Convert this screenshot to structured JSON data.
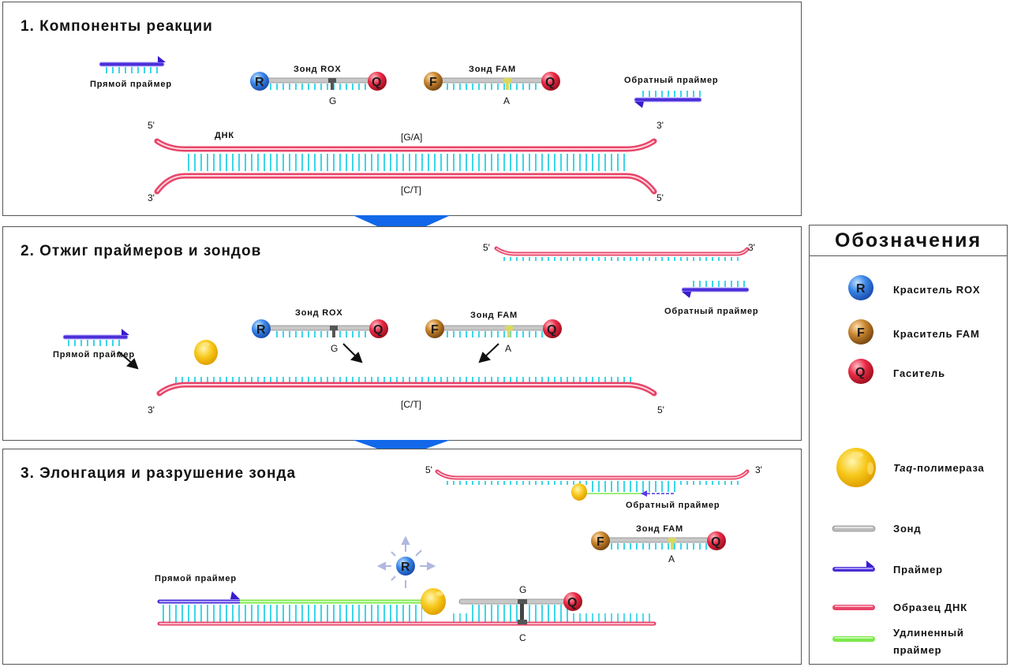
{
  "panels": {
    "p1": {
      "title": "1. Компоненты реакции",
      "forward_primer": "Прямой праймер",
      "reverse_primer": "Обратный праймер",
      "probe_rox": "Зонд ROX",
      "probe_fam": "Зонд FAM",
      "rox_base": "G",
      "fam_base": "A",
      "dna_label": "ДНК",
      "top_allele": "[G/A]",
      "bottom_allele": "[C/T]",
      "end_5": "5'",
      "end_3": "3'"
    },
    "p2": {
      "title": "2. Отжиг праймеров и зондов",
      "forward_primer": "Прямой праймер",
      "reverse_primer": "Обратный праймер",
      "probe_rox": "Зонд ROX",
      "probe_fam": "Зонд FAM",
      "rox_base": "G",
      "fam_base": "A",
      "bottom_allele": "[C/T]",
      "end_5": "5'",
      "end_3": "3'"
    },
    "p3": {
      "title": "3. Элонгация и разрушение зонда",
      "forward_primer": "Прямой праймер",
      "reverse_primer": "Обратный праймер",
      "probe_fam": "Зонд FAM",
      "fam_base": "A",
      "probe_base_top": "G",
      "template_base": "C",
      "end_5": "5'",
      "end_3": "3'"
    }
  },
  "balls": {
    "rox": "R",
    "fam": "F",
    "quencher": "Q"
  },
  "legend": {
    "title": "Обозначения",
    "items": [
      {
        "icon": "rox-dye-icon",
        "label": "Краситель ROX"
      },
      {
        "icon": "fam-dye-icon",
        "label": "Краситель FAM"
      },
      {
        "icon": "quencher-icon",
        "label": "Гаситель"
      },
      {
        "icon": "taq-polymerase-icon",
        "label_italic": "Taq",
        "label": "-полимераза"
      },
      {
        "icon": "probe-icon",
        "label": "Зонд"
      },
      {
        "icon": "primer-icon",
        "label": "Праймер"
      },
      {
        "icon": "dna-sample-icon",
        "label": "Образец ДНК"
      },
      {
        "icon": "extended-primer-icon",
        "label": "Удлиненный",
        "label2": "праймер"
      }
    ]
  },
  "colors": {
    "dna_strand": "#e8456a",
    "base_pair": "#3cd6e8",
    "primer": "#4a2fd8",
    "probe": "#a8a8a8",
    "extended": "#7be84a",
    "rox": "#3a86e8",
    "fam": "#c07a2a",
    "quencher": "#e8203c",
    "taq": "#f5c518",
    "step_arrow": "#1268e8"
  }
}
